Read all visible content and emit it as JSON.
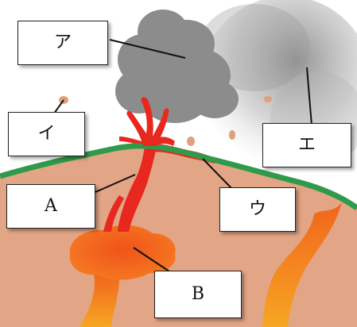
{
  "labels": {
    "a": "ア",
    "i": "イ",
    "u": "ウ",
    "e": "エ",
    "A": "A",
    "B": "B"
  },
  "colors": {
    "ground": "#e2a585",
    "surface_line": "#2e9a4a",
    "magma": "#e8281e",
    "magma_chamber": "#f2641c",
    "smoke": "#8c8c8c",
    "ash": "#9a9a9a",
    "ejecta": "#e0a07a"
  }
}
